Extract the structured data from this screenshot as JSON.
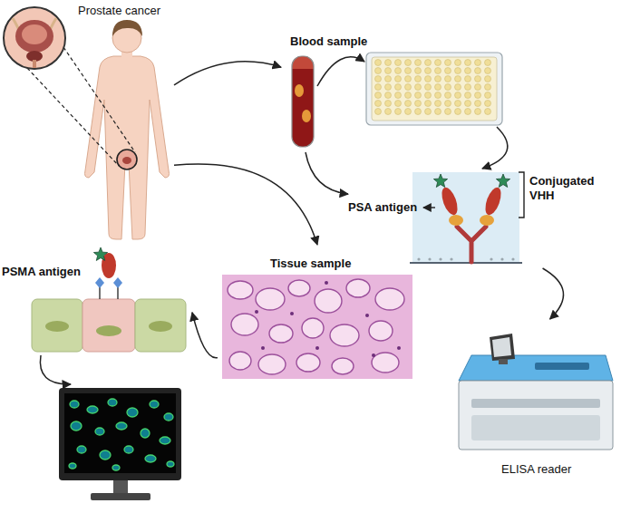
{
  "diagram": {
    "nodes": [
      {
        "text": [
          "Prostate cancer"
        ]
      },
      {
        "text": [
          "Blood sample"
        ]
      },
      {
        "text": [
          "PSA antigen",
          "Conjugated VHH"
        ]
      },
      {
        "text": [
          "ELISA reader"
        ]
      },
      {
        "text": [
          "Tissue sample"
        ]
      },
      {
        "text": [
          "PSMA antigen"
        ]
      }
    ],
    "edges": [
      {
        "from": 0,
        "to": 1,
        "arrow": "to"
      },
      {
        "from": 0,
        "to": 4,
        "arrow": "to"
      },
      {
        "from": 1,
        "to": 2,
        "arrow": "to"
      },
      {
        "from": 2,
        "to": 3,
        "arrow": "to"
      },
      {
        "from": 4,
        "to": 5,
        "arrow": "to"
      }
    ]
  }
}
